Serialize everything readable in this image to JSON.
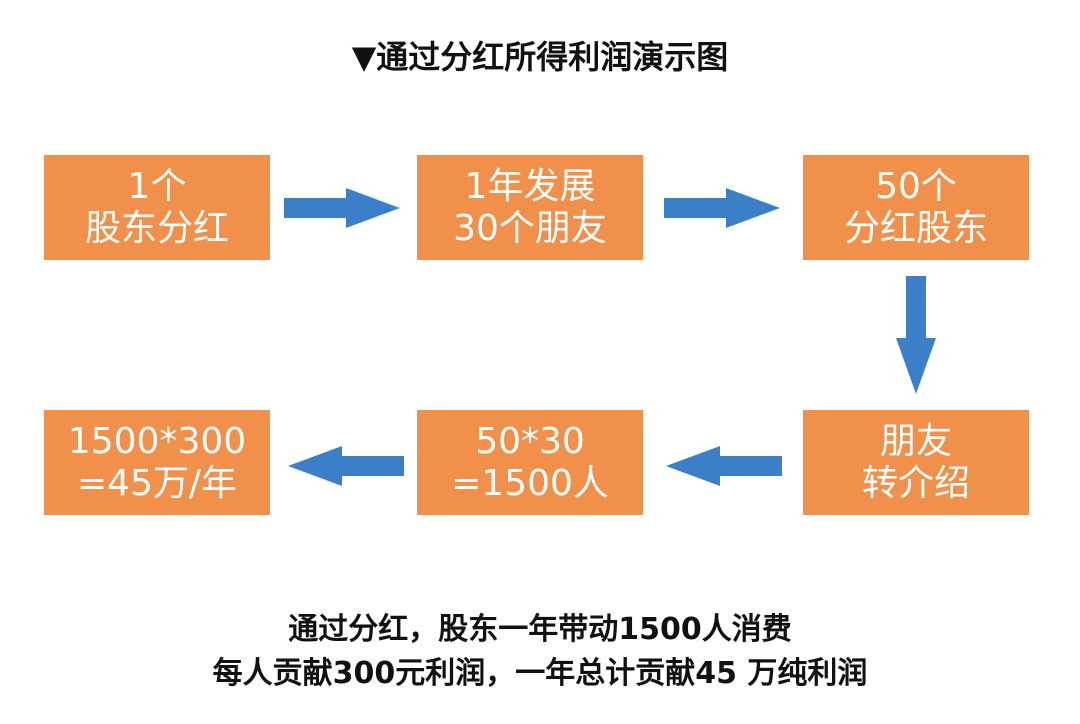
{
  "title": "▼通过分红所得利润演示图",
  "colors": {
    "box": "#F0904A",
    "arrow": "#3B7FC8"
  },
  "boxes": [
    {
      "line1": "1个",
      "line2": "股东分红"
    },
    {
      "line1": "1年发展",
      "line2": "30个朋友"
    },
    {
      "line1": "50个",
      "line2": "分红股东"
    },
    {
      "line1": "朋友",
      "line2": "转介绍"
    },
    {
      "line1": "50*30",
      "line2": "=1500人"
    },
    {
      "line1": "1500*300",
      "line2": "=45万/年"
    }
  ],
  "arrows": [
    "right",
    "right",
    "down",
    "left",
    "left"
  ],
  "summary": {
    "line1": "通过分红，股东一年带动1500人消费",
    "line2": "每人贡献300元利润，一年总计贡献45 万纯利润"
  }
}
